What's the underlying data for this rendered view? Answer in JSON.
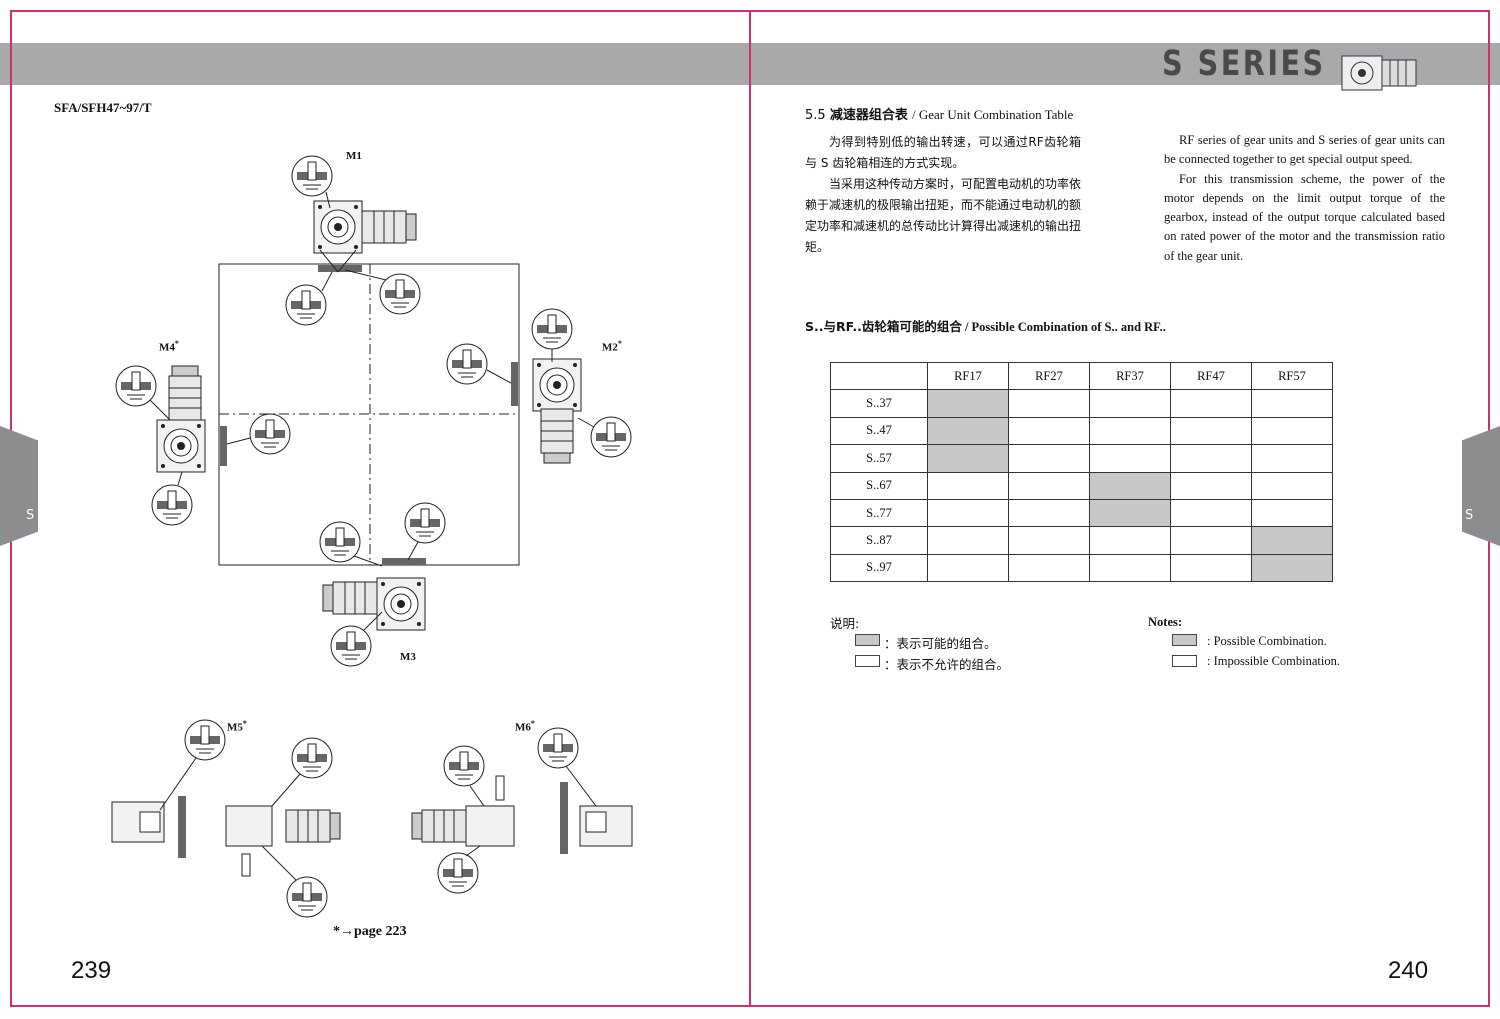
{
  "header": {
    "series_title": "S SERIES"
  },
  "left_page": {
    "model": "SFA/SFH47~97/T",
    "mount_labels": {
      "m1": "M1",
      "m2": "M2",
      "m3": "M3",
      "m4": "M4",
      "m5": "M5",
      "m6": "M6",
      "star": "*"
    },
    "page_ref": "*→page 223",
    "page_number": "239",
    "tab_letter": "S"
  },
  "right_page": {
    "section_number": "5.5",
    "section_title_cn": "减速器组合表",
    "section_title_en": "/ Gear Unit Combination Table",
    "cn_paragraphs": [
      "为得到特别低的输出转速，可以通过RF齿轮箱与 S 齿轮箱相连的方式实现。",
      "当采用这种传动方案时，可配置电动机的功率依赖于减速机的极限输出扭矩，而不能通过电动机的额定功率和减速机的总传动比计算得出减速机的输出扭矩。"
    ],
    "en_paragraphs": [
      "RF series of gear units and S series of gear units can be connected together to get special output speed.",
      "For this transmission scheme, the power of the motor depends on the limit output torque of the gearbox, instead of the output torque calculated based on rated power of the motor and the transmission ratio of the gear unit."
    ],
    "combo_title_cn": "S..与RF..齿轮箱可能的组合",
    "combo_title_en": "/ Possible Combination of S.. and RF..",
    "table": {
      "columns": [
        "RF17",
        "RF27",
        "RF37",
        "RF47",
        "RF57"
      ],
      "rows": [
        {
          "label": "S..37",
          "possible": [
            true,
            false,
            false,
            false,
            false
          ]
        },
        {
          "label": "S..47",
          "possible": [
            true,
            false,
            false,
            false,
            false
          ]
        },
        {
          "label": "S..57",
          "possible": [
            true,
            false,
            false,
            false,
            false
          ]
        },
        {
          "label": "S..67",
          "possible": [
            false,
            false,
            true,
            false,
            false
          ]
        },
        {
          "label": "S..77",
          "possible": [
            false,
            false,
            true,
            false,
            false
          ]
        },
        {
          "label": "S..87",
          "possible": [
            false,
            false,
            false,
            false,
            true
          ]
        },
        {
          "label": "S..97",
          "possible": [
            false,
            false,
            false,
            false,
            true
          ]
        }
      ]
    },
    "legend": {
      "title_cn": "说明:",
      "possible_cn": "：表示可能的组合。",
      "impossible_cn": "：表示不允许的组合。",
      "title_en": "Notes:",
      "possible_en": ": Possible Combination.",
      "impossible_en": ": Impossible Combination.",
      "possible_color": "#c8c8c8",
      "impossible_color": "#ffffff"
    },
    "page_number": "240",
    "tab_letter": "S"
  },
  "colors": {
    "frame": "#d0306a",
    "band": "#a9a9ab",
    "tab": "#8d8d90"
  }
}
